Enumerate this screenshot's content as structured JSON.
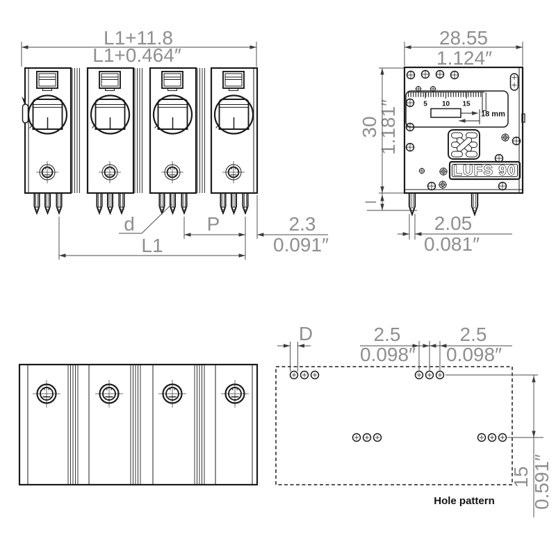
{
  "front_view": {
    "overall_width_mm": "L1+11.8",
    "overall_width_inch": "L1+0.464″",
    "pin_diameter_label": "d",
    "pitch_label": "P",
    "pin_edge_offset_mm": "2.3",
    "pin_edge_offset_inch": "0.091″",
    "length_label": "L1"
  },
  "side_view": {
    "width_mm": "28.55",
    "width_inch": "1.124″",
    "height_mm": "30",
    "height_inch": "1.181″",
    "pin_length_label": "l",
    "pin_width_mm": "2.05",
    "pin_width_inch": "0.081″",
    "strip_gauge_ticks": [
      "5",
      "10",
      "15"
    ],
    "strip_gauge_length": "18 mm",
    "product_marking": "LUFS 90"
  },
  "hole_pattern_view": {
    "caption": "Hole pattern",
    "hole_diameter_label": "D",
    "hole_pitch_left_mm": "2.5",
    "hole_pitch_left_inch": "0.098″",
    "hole_pitch_right_mm": "2.5",
    "hole_pitch_right_inch": "0.098″",
    "row_spacing_mm": "15",
    "row_spacing_inch": "0.591″"
  },
  "colors": {
    "background": "#ffffff",
    "outline": "#1b1b1b",
    "dimension_line": "#4a4a4a",
    "dimension_text": "#8f8f8f",
    "marking_text": "#111111"
  }
}
